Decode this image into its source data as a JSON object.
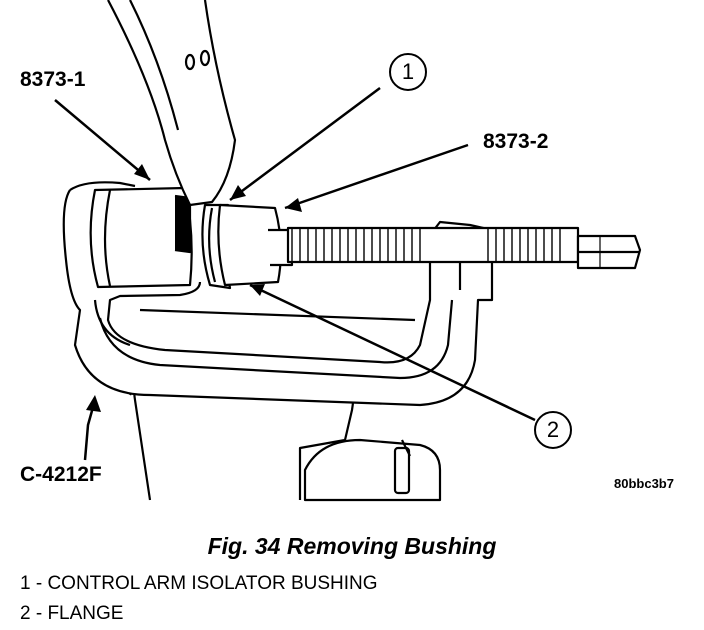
{
  "figure": {
    "tool_labels": {
      "tool_8373_1": "8373-1",
      "tool_8373_2": "8373-2",
      "tool_c4212f": "C-4212F"
    },
    "callouts": {
      "one": "1",
      "two": "2"
    },
    "image_code": "80bbc3b7",
    "caption": "Fig. 34 Removing Bushing",
    "legend": [
      "1 - CONTROL ARM ISOLATOR BUSHING",
      "2 - FLANGE"
    ]
  }
}
